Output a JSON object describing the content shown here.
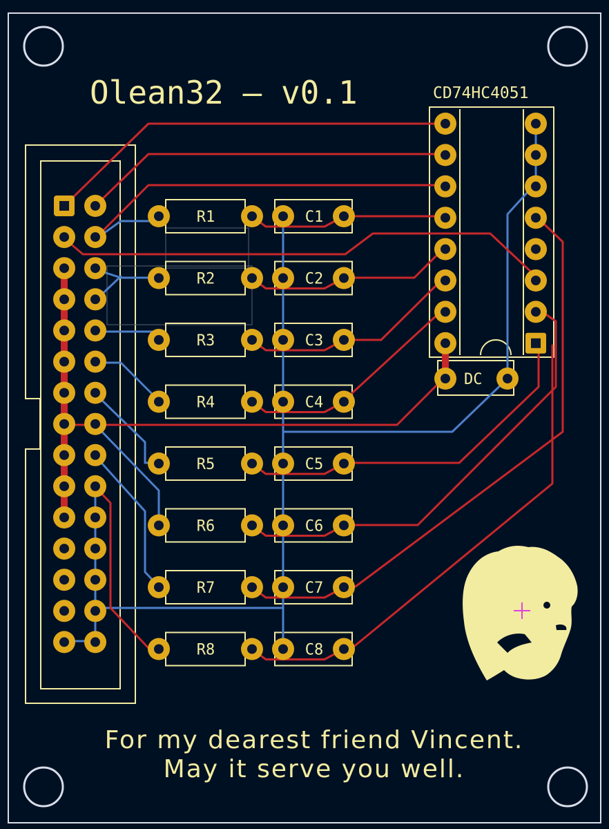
{
  "board": {
    "title": "Olean32 — v0.1",
    "chip_label": "CD74HC4051",
    "dc_label": "DC",
    "dedication_line1": "For my dearest friend Vincent.",
    "dedication_line2": "May it serve you well."
  },
  "resistors": [
    "R1",
    "R2",
    "R3",
    "R4",
    "R5",
    "R6",
    "R7",
    "R8"
  ],
  "capacitors": [
    "C1",
    "C2",
    "C3",
    "C4",
    "C5",
    "C6",
    "C7",
    "C8"
  ],
  "colors": {
    "substrate": "#001023",
    "edge": "#d8dde8",
    "silkscreen": "#f2eca0",
    "pad": "#e0a91c",
    "drill": "#0b1730",
    "front_copper": "#c8282a",
    "back_copper": "#4d7fc9",
    "marker": "#e040e0"
  },
  "icons": {
    "mounting_hole": "circle-outline-icon",
    "portrait": "portrait-silhouette-icon",
    "crosshair": "crosshair-icon"
  }
}
